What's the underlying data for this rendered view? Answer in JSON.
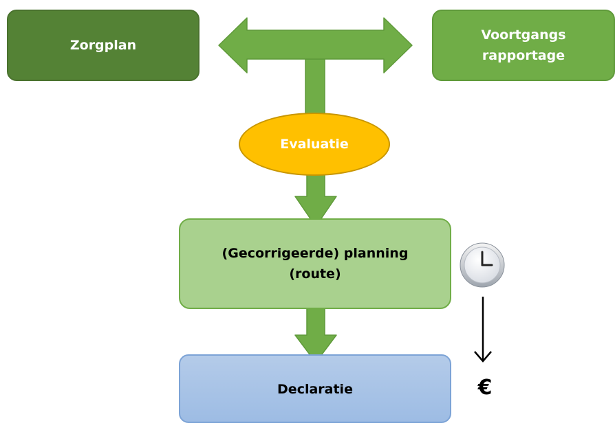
{
  "nodes": {
    "zorgplan": "Zorgplan",
    "voortgang": [
      "Voortgangs",
      "rapportage"
    ],
    "evaluatie": "Evaluatie",
    "planning": [
      "(Gecorrigeerde) planning",
      "(route)"
    ],
    "declaratie": "Declaratie"
  },
  "annotations": {
    "clock_icon": "clock-icon",
    "currency_symbol": "€"
  },
  "colors": {
    "dark_green": "#548235",
    "medium_green": "#70ad47",
    "arrow_green": "#70ad47",
    "light_green": "#a9d18e",
    "amber": "#ffc000",
    "light_blue": "#9dbce4"
  }
}
